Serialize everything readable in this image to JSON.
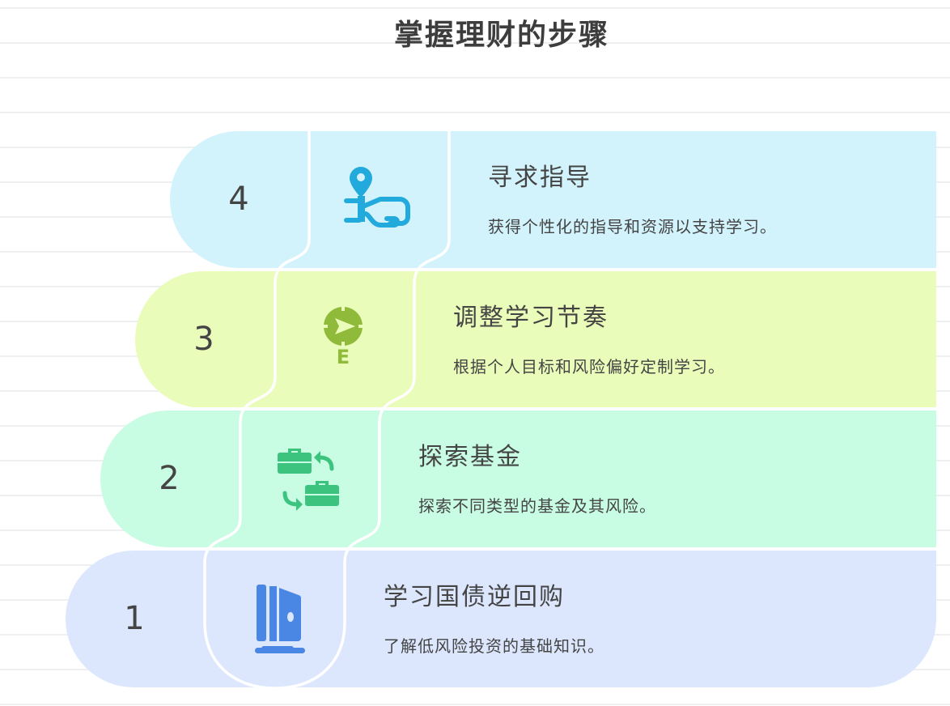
{
  "title": "掌握理财的步骤",
  "steps": [
    {
      "number": "4",
      "title": "寻求指导",
      "description": "获得个性化的指导和资源以支持学习。",
      "icon": "location-hand-icon",
      "color": "#22aadd"
    },
    {
      "number": "3",
      "title": "调整学习节奏",
      "description": "根据个人目标和风险偏好定制学习。",
      "icon": "compass-east-icon",
      "color": "#8fba3a"
    },
    {
      "number": "2",
      "title": "探索基金",
      "description": "探索不同类型的基金及其风险。",
      "icon": "briefcase-exchange-icon",
      "color": "#3cc47f"
    },
    {
      "number": "1",
      "title": "学习国债逆回购",
      "description": "了解低风险投资的基础知识。",
      "icon": "safe-icon",
      "color": "#4a86e4"
    }
  ]
}
